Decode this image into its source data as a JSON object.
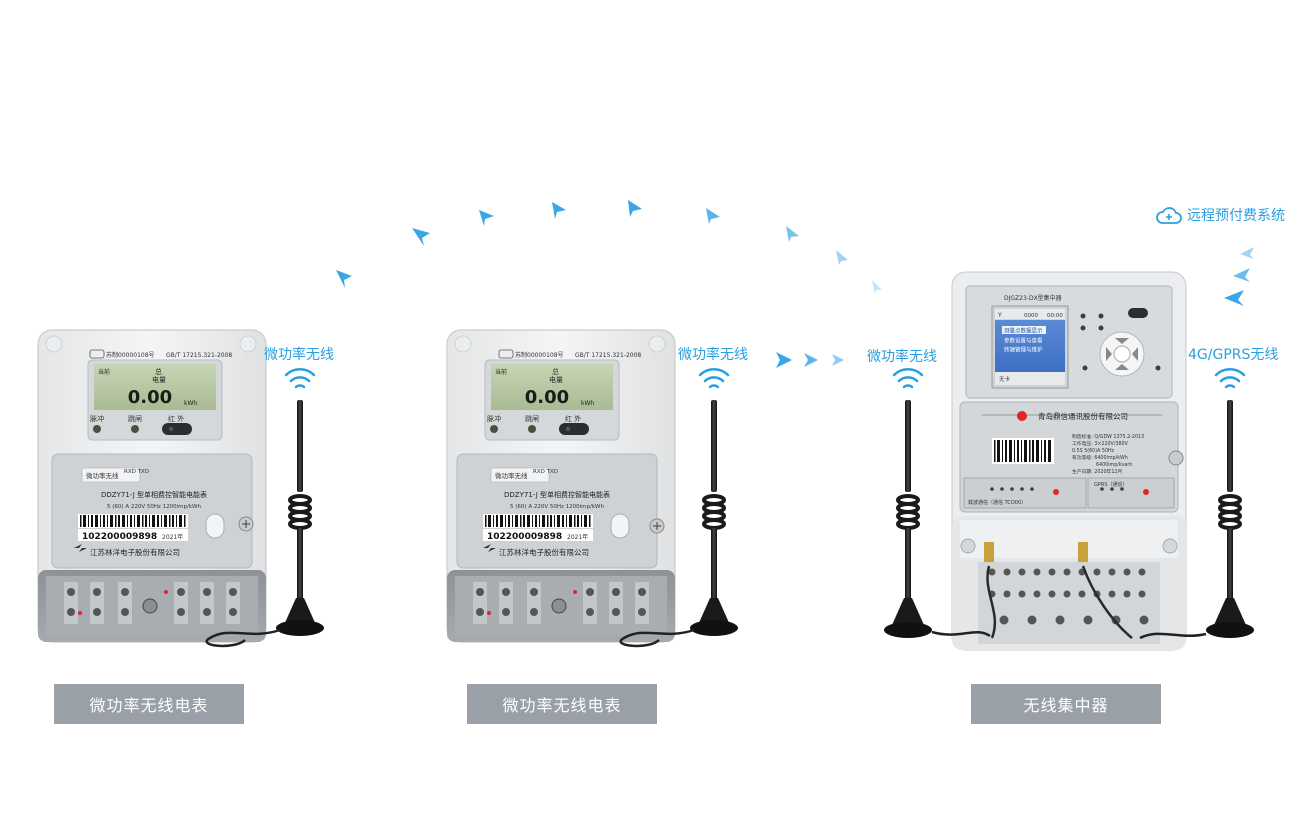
{
  "colors": {
    "accent_blue": "#2a9fe0",
    "arrow_blue": "#3aa6e6",
    "caption_bg": "#9aa0a8",
    "meter_body": "#eceeef",
    "lcd_green": "#b9c9a4"
  },
  "system_label": "远程预付费系统",
  "links": {
    "meter1_wireless": "微功率无线",
    "meter2_wireless": "微功率无线",
    "conc_wireless": "微功率无线",
    "uplink": "4G/GPRS无线"
  },
  "meters": [
    {
      "caption": "微功率无线电表",
      "cert": "苏制00000108号",
      "standard": "GB/T 17215.321-2008",
      "lcd_left": "当前",
      "lcd_top": "总",
      "lcd_label": "电量",
      "lcd_value": "0.00",
      "lcd_unit": "kWh",
      "ind_pulse": "脉冲",
      "ind_trip": "跳闸",
      "ind_ir": "红 外",
      "module_label": "微功率无线",
      "rxtx": "RXD TXD",
      "model": "DDZY71-J 型单相费控智能电能表",
      "spec": "5 (60) A 220V 50Hz 1200imp/kWh",
      "serial": "102200009898",
      "year": "2021年",
      "company": "江苏林洋电子股份有限公司"
    },
    {
      "caption": "微功率无线电表",
      "cert": "苏制00000108号",
      "standard": "GB/T 17215.321-2008",
      "lcd_left": "当前",
      "lcd_top": "总",
      "lcd_label": "电量",
      "lcd_value": "0.00",
      "lcd_unit": "kWh",
      "ind_pulse": "脉冲",
      "ind_trip": "跳闸",
      "ind_ir": "红 外",
      "module_label": "微功率无线",
      "rxtx": "RXD TXD",
      "model": "DDZY71-J 型单相费控智能电能表",
      "spec": "5 (60) A 220V 50Hz 1200imp/kWh",
      "serial": "102200009898",
      "year": "2021年",
      "company": "江苏林洋电子股份有限公司"
    }
  ],
  "concentrator": {
    "caption": "无线集中器",
    "model": "DJGZ23-DX型集中器",
    "screen_code": "0000",
    "screen_time": "00:00",
    "menu": [
      "测量点数据显示",
      "参数设置与查看",
      "终端管理与维护"
    ],
    "screen_footer": "无卡",
    "company": "青岛鼎信通讯股份有限公司",
    "specs": [
      "制造标准: Q/GDW 1375.2-2013",
      "工作电压: 3×220V/380V",
      "0.5S 5(60)A 50Hz",
      "有功等级: 6400imp/kWh",
      "6400imp/kvarh",
      "生产日期: 2020年12月"
    ],
    "channel_left": "载波通信（通信 TCO00）",
    "channel_right": "GPRS（通信）"
  }
}
